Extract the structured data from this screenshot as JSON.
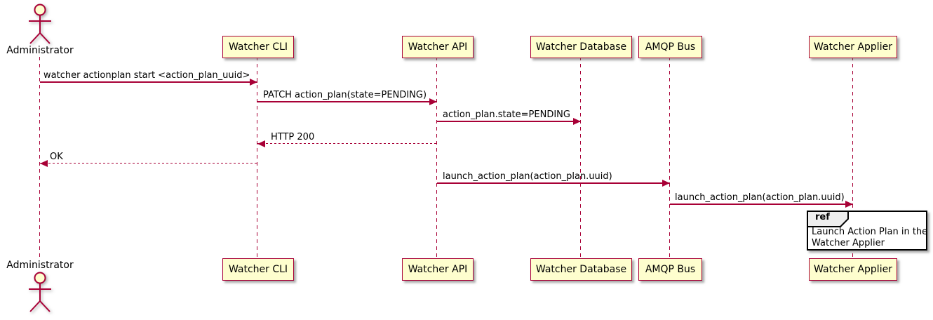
{
  "diagram": {
    "kind": "uml-sequence-diagram",
    "actor": {
      "name": "Administrator"
    },
    "participants": [
      {
        "name": "Watcher CLI"
      },
      {
        "name": "Watcher API"
      },
      {
        "name": "Watcher Database"
      },
      {
        "name": "AMQP Bus"
      },
      {
        "name": "Watcher Applier"
      }
    ],
    "messages": [
      {
        "from": "Administrator",
        "to": "Watcher CLI",
        "label": "watcher actionplan start <action_plan_uuid>",
        "line": "solid"
      },
      {
        "from": "Watcher CLI",
        "to": "Watcher API",
        "label": "PATCH action_plan(state=PENDING)",
        "line": "solid"
      },
      {
        "from": "Watcher API",
        "to": "Watcher Database",
        "label": "action_plan.state=PENDING",
        "line": "solid"
      },
      {
        "from": "Watcher API",
        "to": "Watcher CLI",
        "label": "HTTP 200",
        "line": "dashed"
      },
      {
        "from": "Watcher CLI",
        "to": "Administrator",
        "label": "OK",
        "line": "dashed"
      },
      {
        "from": "Watcher API",
        "to": "AMQP Bus",
        "label": "launch_action_plan(action_plan.uuid)",
        "line": "solid"
      },
      {
        "from": "AMQP Bus",
        "to": "Watcher Applier",
        "label": "launch_action_plan(action_plan.uuid)",
        "line": "solid"
      }
    ],
    "ref": {
      "keyword": "ref",
      "over": "Watcher Applier",
      "lines": [
        "Launch Action Plan in the",
        "Watcher Applier"
      ]
    },
    "colors": {
      "participant_fill": "#FEFECE",
      "border": "#A80036",
      "arrow": "#A80036",
      "text": "#000000",
      "ref_border": "#000000",
      "ref_tab_fill": "#EEEEEE"
    }
  }
}
